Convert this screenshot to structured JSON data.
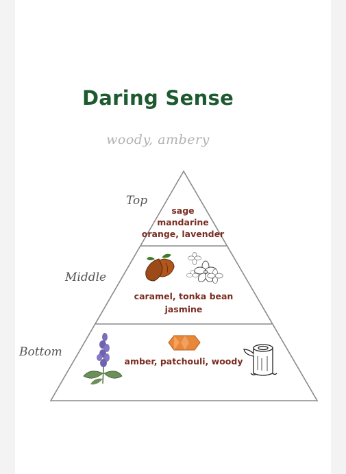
{
  "perfume": {
    "name": "Daring Sense",
    "family": "woody, ambery"
  },
  "pyramid": {
    "top": {
      "label": "Top",
      "notes": [
        "sage",
        "mandarine",
        "orange, lavender"
      ]
    },
    "middle": {
      "label": "Middle",
      "notes": [
        "caramel, tonka bean",
        "jasmine"
      ],
      "icons": [
        "cocoa-pod-icon",
        "jasmine-flower-icon"
      ]
    },
    "bottom": {
      "label": "Bottom",
      "notes": [
        "amber, patchouli, woody"
      ],
      "icons": [
        "lavender-sprig-icon",
        "amber-stone-icon",
        "wood-log-icon"
      ]
    }
  },
  "colors": {
    "title": "#1d5a2f",
    "notes": "#7a2d22",
    "outline": "#8a8a8a"
  }
}
